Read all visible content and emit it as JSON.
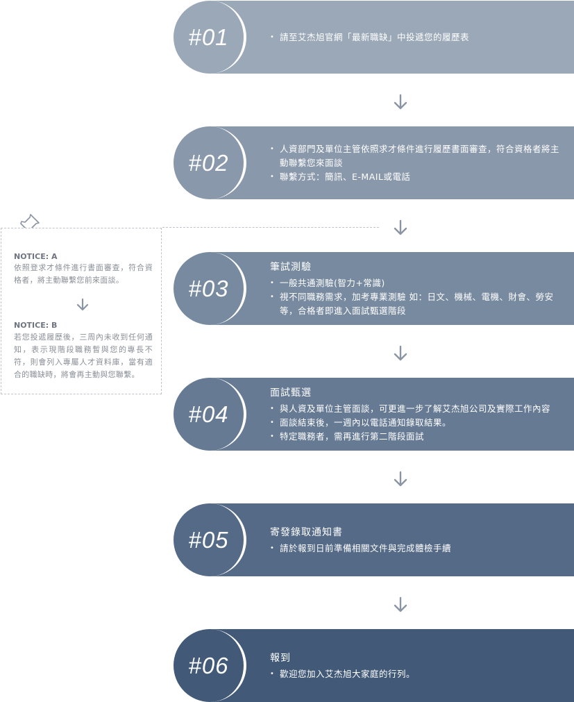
{
  "steps": [
    {
      "id": "step-01",
      "number": "#01",
      "color": "#9ba8b8",
      "title": "",
      "bullets": [
        "請至艾杰旭官網「最新職缺」中投遞您的履歷表"
      ]
    },
    {
      "id": "step-02",
      "number": "#02",
      "color": "#8a98ab",
      "title": "",
      "bullets": [
        "人資部門及單位主管依照求才條件進行履歷書面審查，符合資格者將主動聯繫您來面談",
        "聯繫方式：簡訊、E-MAIL或電話"
      ]
    },
    {
      "id": "step-03",
      "number": "#03",
      "color": "#788aa0",
      "title": "筆試測驗",
      "bullets": [
        "一般共通測驗(智力+常識)",
        "視不同職務需求，加考專業測驗 如：日文、機械、電機、財會、勞安等，合格者即進入面試甄選階段"
      ]
    },
    {
      "id": "step-04",
      "number": "#04",
      "color": "#667a94",
      "title": "面試甄選",
      "bullets": [
        "與人資及單位主管面談，可更進一步了解艾杰旭公司及實際工作內容",
        "面談結束後，一週內以電話通知錄取結果。",
        "特定職務者，需再進行第二階段面試"
      ]
    },
    {
      "id": "step-05",
      "number": "#05",
      "color": "#546a86",
      "title": "寄發錄取通知書",
      "bullets": [
        "請於報到日前準備相關文件與完成體檢手續"
      ]
    },
    {
      "id": "step-06",
      "number": "#06",
      "color": "#425a78",
      "title": "報到",
      "bullets": [
        "歡迎您加入艾杰旭大家庭的行列。"
      ]
    }
  ],
  "notice": {
    "a_label": "NOTICE: A",
    "a_text": "依照登求才條件進行書面審查，符合資格者，將主動聯繫您前來面談。",
    "b_label": "NOTICE: B",
    "b_text": "若您投遞履歷後，三周內未收到任何通知，表示現階段職務暫與您的專長不符，則會列入專屬人才資料庫，當有適合的職缺時，將會再主動與您聯繫。"
  },
  "icons": {
    "pin": "pushpin-icon",
    "arrow": "arrow-down-icon",
    "arrow_color": "#8a94a3"
  }
}
